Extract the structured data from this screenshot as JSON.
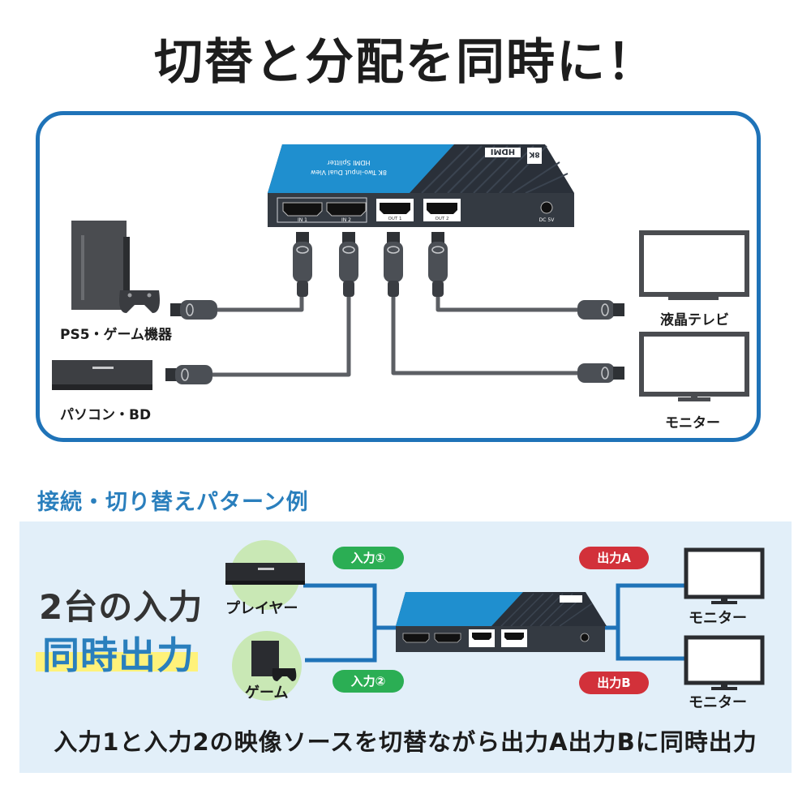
{
  "title": "切替と分配を同時に！",
  "top_diagram": {
    "device": {
      "logo": "HDMI",
      "badge": "8K",
      "model_line1": "8K Two-input Dual View",
      "model_line2": "HDMI Splitter",
      "ports": [
        "IN 1",
        "IN 2",
        "OUT 1",
        "OUT 2"
      ],
      "power": "DC 5V"
    },
    "inputs": [
      "PS5・ゲーム機器",
      "パソコン・BD"
    ],
    "outputs": [
      "液晶テレビ",
      "モニター"
    ]
  },
  "example": {
    "heading": "接続・切り替えパターン例",
    "main_line1": "2台の入力",
    "main_line2": "同時出力",
    "sources": [
      "プレイヤー",
      "ゲーム"
    ],
    "input_labels": [
      "入力①",
      "入力②"
    ],
    "output_labels": [
      "出力A",
      "出力B"
    ],
    "displays": [
      "モニター",
      "モニター"
    ],
    "caption": "入力1と入力2の映像ソースを切替ながら出力A出力Bに同時出力"
  },
  "colors": {
    "frame_blue": "#1f73b8",
    "accent_blue": "#2a7fbd",
    "panel_bg": "#e2eff9",
    "input_green": "#2bae54",
    "output_red": "#d2313a",
    "highlight_yellow": "#fff27a"
  }
}
